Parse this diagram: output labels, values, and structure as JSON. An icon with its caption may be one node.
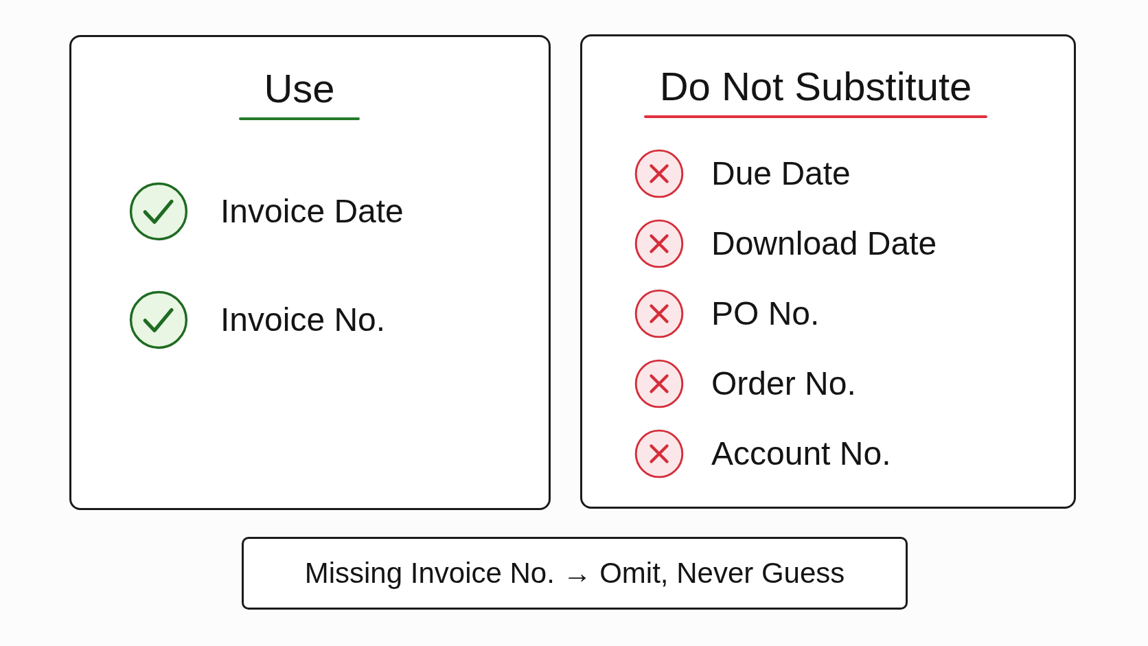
{
  "diagram": {
    "nodes": [
      {
        "text": [
          "Use",
          "Invoice Date",
          "Invoice No."
        ]
      },
      {
        "text": [
          "Do Not Substitute",
          "Due Date",
          "Download Date",
          "PO No.",
          "Order No.",
          "Account No."
        ]
      },
      {
        "text": [
          "Missing Invoice No. → Omit, Never Guess"
        ]
      }
    ]
  }
}
